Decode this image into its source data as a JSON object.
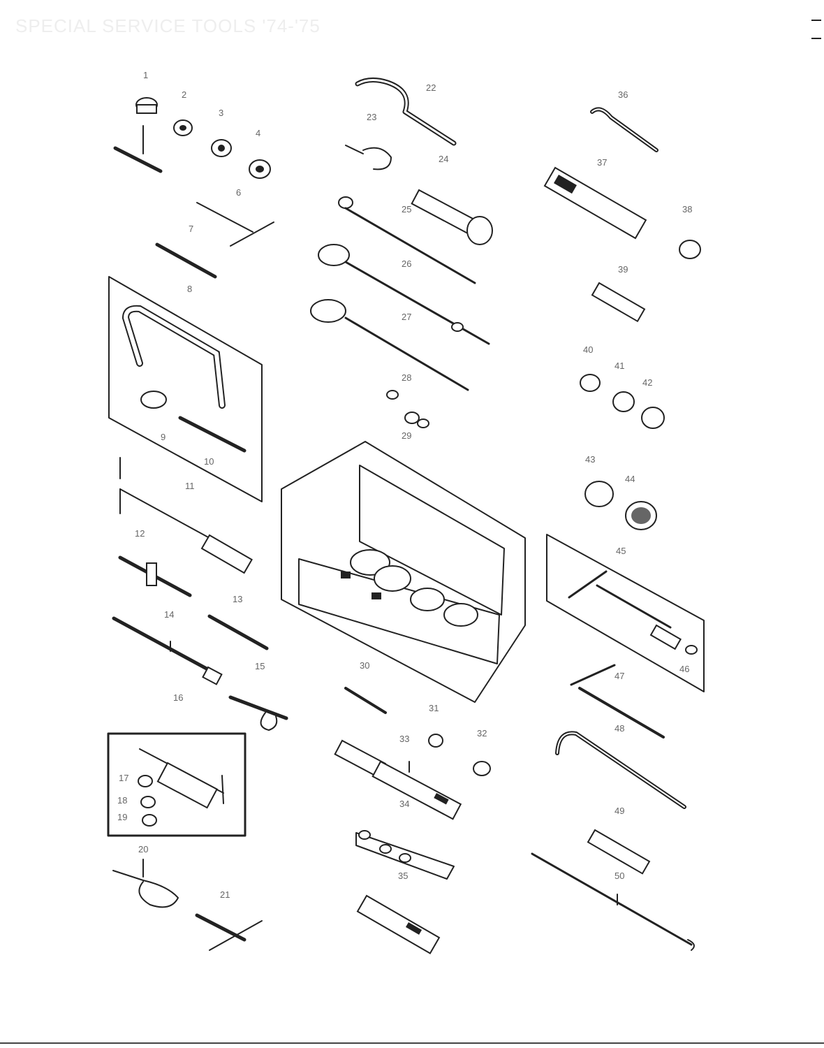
{
  "header": {
    "title": "SPECIAL SERVICE TOOLS  '74-'75",
    "corner_marks": 2
  },
  "diagram": {
    "callouts": [
      {
        "id": "1",
        "label": "1"
      },
      {
        "id": "2",
        "label": "2"
      },
      {
        "id": "3",
        "label": "3"
      },
      {
        "id": "4",
        "label": "4"
      },
      {
        "id": "6",
        "label": "6"
      },
      {
        "id": "7",
        "label": "7"
      },
      {
        "id": "8",
        "label": "8"
      },
      {
        "id": "9",
        "label": "9"
      },
      {
        "id": "10",
        "label": "10"
      },
      {
        "id": "11",
        "label": "11"
      },
      {
        "id": "12",
        "label": "12"
      },
      {
        "id": "13",
        "label": "13"
      },
      {
        "id": "14",
        "label": "14"
      },
      {
        "id": "15",
        "label": "15"
      },
      {
        "id": "16",
        "label": "16"
      },
      {
        "id": "17",
        "label": "17"
      },
      {
        "id": "18",
        "label": "18"
      },
      {
        "id": "19",
        "label": "19"
      },
      {
        "id": "20",
        "label": "20"
      },
      {
        "id": "21",
        "label": "21"
      },
      {
        "id": "22",
        "label": "22"
      },
      {
        "id": "23",
        "label": "23"
      },
      {
        "id": "24",
        "label": "24"
      },
      {
        "id": "25",
        "label": "25"
      },
      {
        "id": "26",
        "label": "26"
      },
      {
        "id": "27",
        "label": "27"
      },
      {
        "id": "28",
        "label": "28"
      },
      {
        "id": "29",
        "label": "29"
      },
      {
        "id": "30",
        "label": "30"
      },
      {
        "id": "31",
        "label": "31"
      },
      {
        "id": "32",
        "label": "32"
      },
      {
        "id": "33",
        "label": "33"
      },
      {
        "id": "34",
        "label": "34"
      },
      {
        "id": "35",
        "label": "35"
      },
      {
        "id": "36",
        "label": "36"
      },
      {
        "id": "37",
        "label": "37"
      },
      {
        "id": "38",
        "label": "38"
      },
      {
        "id": "39",
        "label": "39"
      },
      {
        "id": "40",
        "label": "40"
      },
      {
        "id": "41",
        "label": "41"
      },
      {
        "id": "42",
        "label": "42"
      },
      {
        "id": "43",
        "label": "43"
      },
      {
        "id": "44",
        "label": "44"
      },
      {
        "id": "45",
        "label": "45"
      },
      {
        "id": "46",
        "label": "46"
      },
      {
        "id": "47",
        "label": "47"
      },
      {
        "id": "48",
        "label": "48"
      },
      {
        "id": "49",
        "label": "49"
      },
      {
        "id": "50",
        "label": "50"
      }
    ]
  }
}
